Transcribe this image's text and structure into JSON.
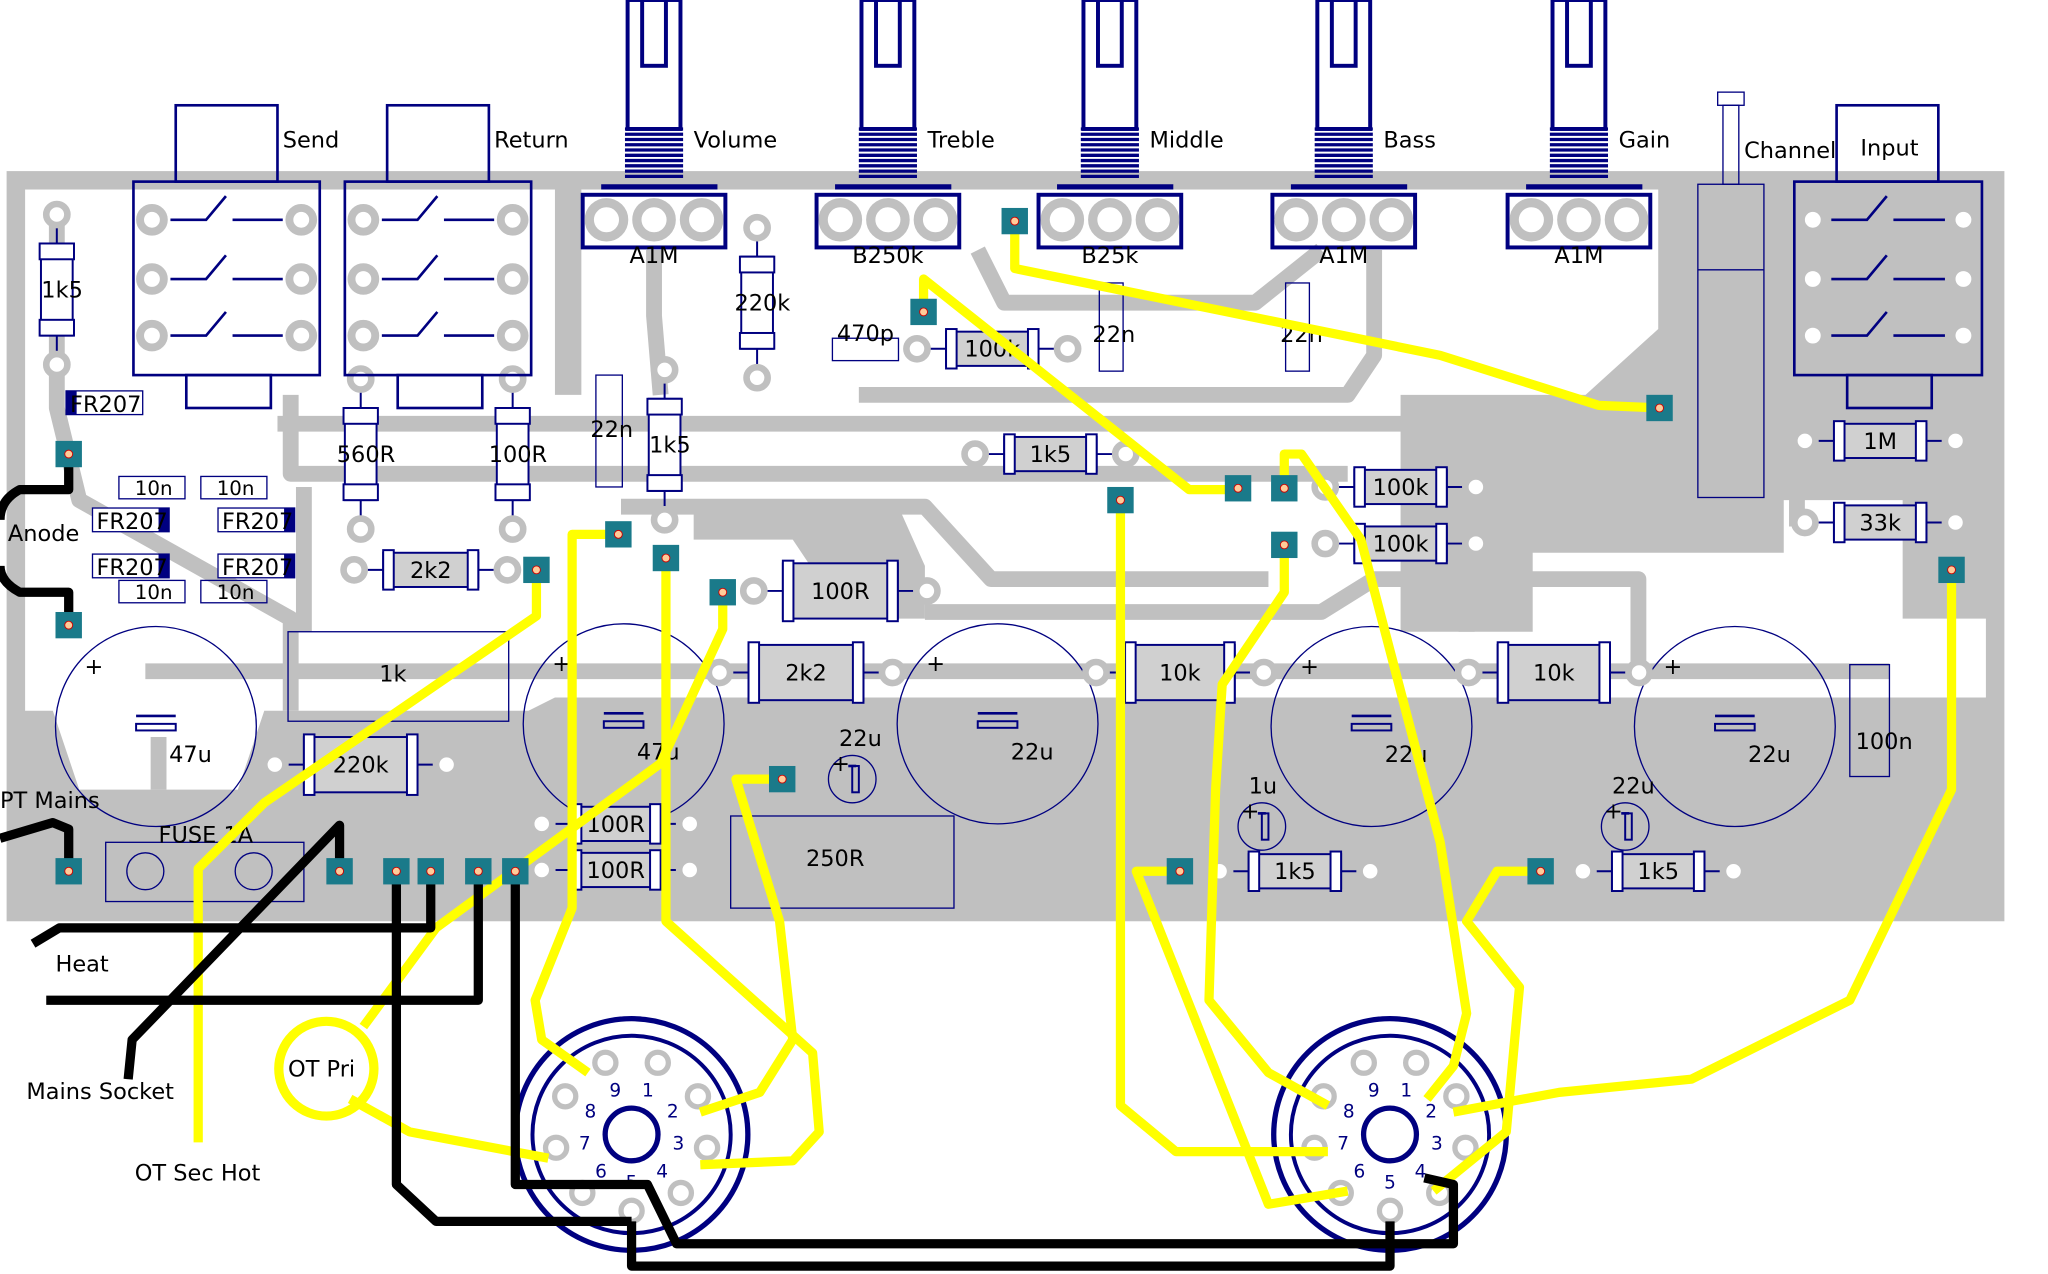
{
  "labels": {
    "send": "Send",
    "return": "Return",
    "input": "Input",
    "channel": "Channel",
    "anode": "Anode",
    "pt_mains": "PT Mains",
    "heat": "Heat",
    "mains_socket": "Mains Socket",
    "ot_pri": "OT Pri",
    "ot_sec_hot": "OT Sec Hot",
    "fuse": "FUSE 1A",
    "pot_250r": "250R",
    "res_1k": "1k"
  },
  "pots": [
    {
      "name": "Volume",
      "value": "A1M"
    },
    {
      "name": "Treble",
      "value": "B250k"
    },
    {
      "name": "Middle",
      "value": "B25k"
    },
    {
      "name": "Bass",
      "value": "A1M"
    },
    {
      "name": "Gain",
      "value": "A1M"
    }
  ],
  "resistors": [
    "1k5",
    "220k",
    "560R",
    "100R",
    "1k5",
    "2k2",
    "100R",
    "2k2",
    "1k5",
    "100k",
    "100k",
    "10k",
    "10k",
    "1M",
    "33k",
    "220k",
    "1k5",
    "1k5",
    "100R",
    "100R",
    "100k"
  ],
  "electrolytics": [
    "47u",
    "47u",
    "22u",
    "22u",
    "22u",
    "22u",
    "1u",
    "22u"
  ],
  "film_caps": [
    "22n",
    "22n",
    "22n",
    "470p",
    "100n"
  ],
  "ceramic_caps": [
    "10n",
    "10n",
    "10n",
    "10n"
  ],
  "diodes": [
    "FR207",
    "FR207",
    "FR207",
    "FR207",
    "FR207"
  ],
  "tube_pins": [
    "1",
    "2",
    "3",
    "4",
    "5",
    "6",
    "7",
    "8",
    "9"
  ],
  "colors": {
    "copper_trace": "#c0c0c0",
    "silkscreen": "#000080",
    "jumper_wire": "#ffff00",
    "external_wire": "#000000",
    "pad": "#1a7a8a"
  }
}
